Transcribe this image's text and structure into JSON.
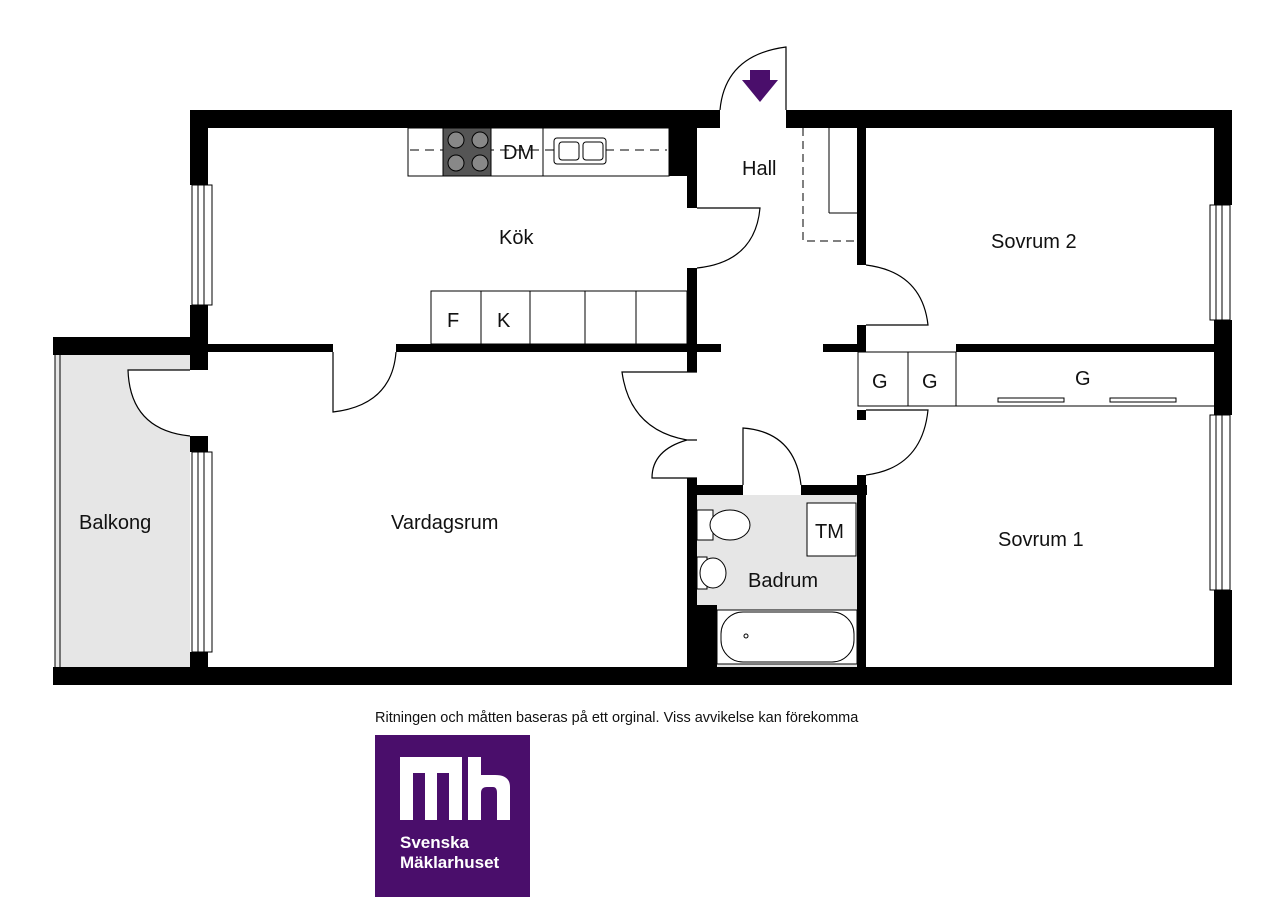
{
  "rooms": {
    "kok": "Kök",
    "hall": "Hall",
    "sovrum2": "Sovrum 2",
    "sovrum1": "Sovrum 1",
    "vardagsrum": "Vardagsrum",
    "balkong": "Balkong",
    "badrum": "Badrum"
  },
  "fixtures": {
    "dishwasher": "DM",
    "fridge": "F",
    "freezer": "K",
    "closet": "G",
    "dryer": "TM"
  },
  "disclaimer": "Ritningen och måtten baseras på ett orginal. Viss avvikelse kan förekomma",
  "logo": {
    "line1": "Svenska",
    "line2": "Mäklarhuset",
    "color": "#4a0e6b"
  },
  "colors": {
    "wall": "#000000",
    "wet_area": "#e6e6e6",
    "entrance_arrow": "#4a0e6b"
  }
}
